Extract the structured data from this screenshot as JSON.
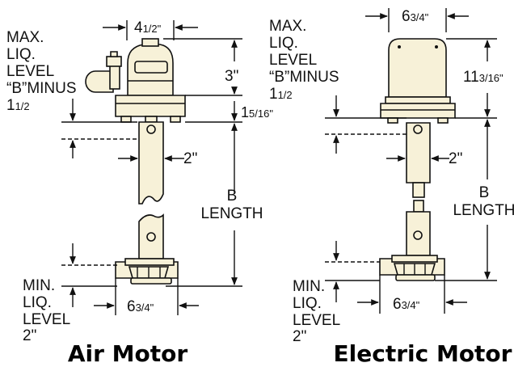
{
  "air": {
    "max_label": [
      "MAX.",
      "LIQ.",
      "LEVEL",
      "“B”MINUS",
      "1"
    ],
    "max_frac": "1/2",
    "top_width": "4",
    "top_width_frac": "1/2\"",
    "height_a": "3\"",
    "height_b": "1",
    "height_b_frac": "5/16\"",
    "shaft": "2\"",
    "b_length": [
      "B",
      "LENGTH"
    ],
    "bottom_width": "6",
    "bottom_width_frac": "3/4\"",
    "min_label": [
      "MIN.",
      "LIQ.",
      "LEVEL",
      "2\""
    ],
    "caption": "Air Motor"
  },
  "electric": {
    "max_label": [
      "MAX.",
      "LIQ.",
      "LEVEL",
      "“B”MINUS",
      "1"
    ],
    "max_frac": "1/2",
    "top_width": "6",
    "top_width_frac": "3/4\"",
    "height_a": "11",
    "height_a_frac": "3/16\"",
    "shaft": "2\"",
    "b_length": [
      "B",
      "LENGTH"
    ],
    "bottom_width": "6",
    "bottom_width_frac": "3/4\"",
    "min_label": [
      "MIN.",
      "LIQ.",
      "LEVEL",
      "2\""
    ],
    "caption": "Electric Motor"
  }
}
